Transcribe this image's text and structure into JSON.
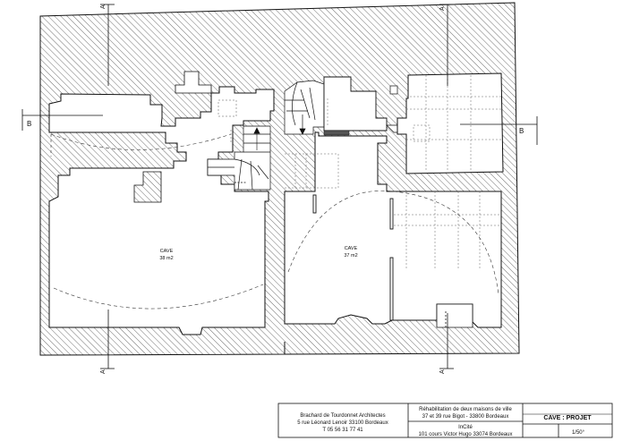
{
  "section_marks": {
    "a": "A",
    "b": "B"
  },
  "rooms": [
    {
      "id": "left",
      "name": "CAVE",
      "area": "38 m2"
    },
    {
      "id": "right",
      "name": "CAVE",
      "area": "37 m2"
    }
  ],
  "title_block": {
    "architect_name": "Brachard de Tourdonnet Architectes",
    "architect_address": "5 rue Léonard Lenoir 33100 Bordeaux",
    "architect_phone": "T 05 56 31 77 41",
    "project_line1": "Réhabilitation de deux maisons de ville",
    "project_line2": "37 et 39 rue Bigot - 33800 Bordeaux",
    "client_name": "InCité",
    "client_address": "101 cours Victor Hugo 33074 Bordeaux",
    "drawing_title": "CAVE : PROJET",
    "scale": "1/50°"
  },
  "colors": {
    "line": "#111111",
    "hatch": "#333333"
  }
}
